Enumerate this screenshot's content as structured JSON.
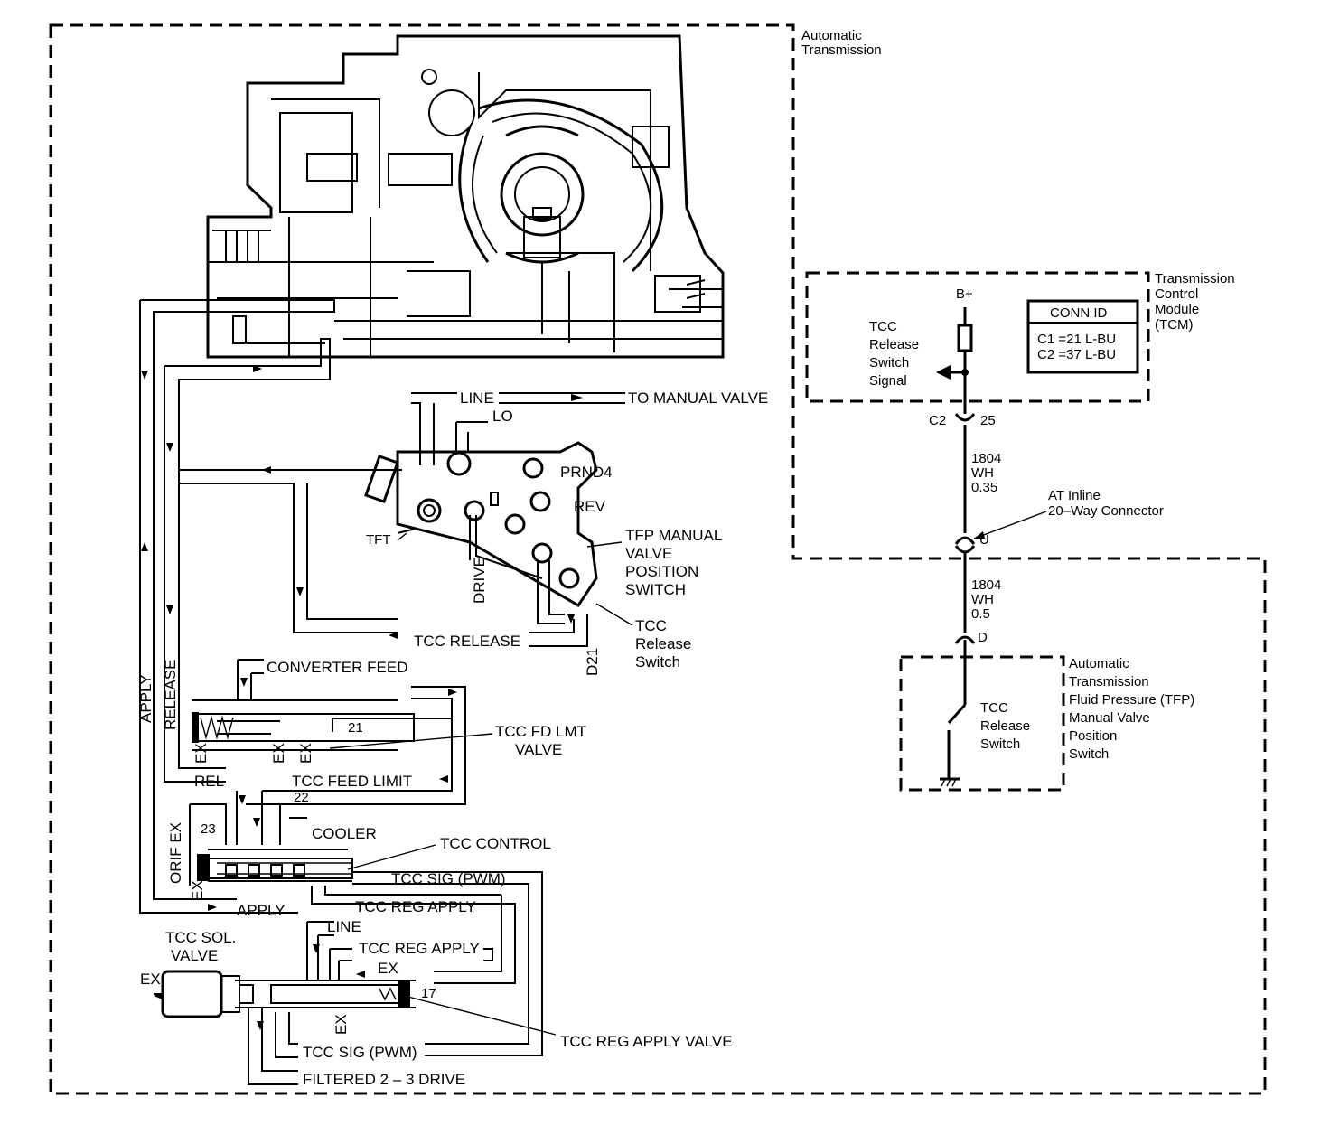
{
  "regions": {
    "automatic_transmission": "Automatic\nTransmission",
    "tcm": "Transmission\nControl\nModule\n(TCM)",
    "tfp_switch_box": "Automatic\nTransmission\nFluid Pressure (TFP)\nManual Valve\nPosition\nSwitch"
  },
  "hydraulic": {
    "line_top": "LINE",
    "to_manual_valve": "TO MANUAL VALVE",
    "lo": "LO",
    "prnd4": "PRND4",
    "rev": "REV",
    "tft": "TFT",
    "drive": "DRIVE",
    "tfp_manual": "TFP  MANUAL\nVALVE\nPOSITION\nSWITCH",
    "tcc_release": "TCC RELEASE",
    "tcc_release_switch": "TCC\nRelease\nSwitch",
    "d21": "D21",
    "converter_feed": "CONVERTER FEED",
    "num_21": "21",
    "tcc_fd_lmt": "TCC FD LMT\nVALVE",
    "ex": "EX",
    "rel": "REL",
    "tcc_feed_limit": "TCC FEED LIMIT",
    "num_22": "22",
    "num_23": "23",
    "orif_ex": "ORIF EX",
    "cooler": "COOLER",
    "tcc_control": "TCC CONTROL",
    "tcc_sig_pwm": "TCC SIG (PWM)",
    "apply": "APPLY",
    "release": "RELEASE",
    "tcc_reg_apply": "TCC REG APPLY",
    "line_lower": "LINE",
    "tcc_sol_valve": "TCC SOL.\nVALVE",
    "num_17": "17",
    "tcc_reg_apply_valve": "TCC REG APPLY VALVE",
    "filtered_drive": "FILTERED 2 – 3 DRIVE"
  },
  "electrical": {
    "b_plus": "B+",
    "conn_id_title": "CONN ID",
    "conn_c1": "C1 =21 L-BU",
    "conn_c2": "C2 =37 L-BU",
    "signal": "TCC\nRelease\nSwitch\nSignal",
    "c2": "C2",
    "pin_25": "25",
    "wire1": "1804\nWH\n0.35",
    "inline_connector": "AT Inline\n20–Way Connector",
    "pin_u": "U",
    "wire2": "1804\nWH\n0.5",
    "pin_d": "D",
    "switch_label": "TCC\nRelease\nSwitch"
  }
}
